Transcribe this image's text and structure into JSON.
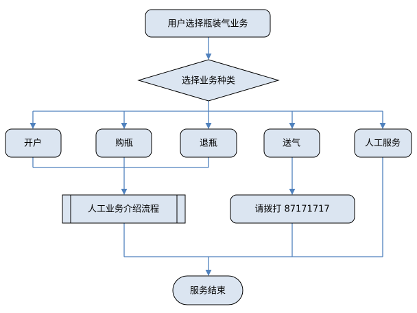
{
  "colors": {
    "node_fill": "#dbe5f1",
    "node_border": "#000000",
    "connector": "#4f81bd",
    "background": "#ffffff"
  },
  "nodes": {
    "start": "用户选择瓶装气业务",
    "decision": "选择业务种类",
    "open_account": "开户",
    "buy_bottle": "购瓶",
    "return_bottle": "退瓶",
    "deliver_gas": "送气",
    "manual_service": "人工服务",
    "manual_intro": "人工业务介绍流程",
    "dial_number": "请拨打 87171717",
    "end": "服务结束"
  }
}
